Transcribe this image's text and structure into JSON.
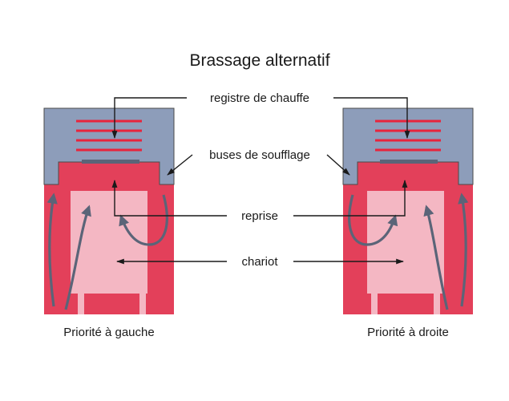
{
  "title": "Brassage alternatif",
  "labels": {
    "heating_register": "registre de chauffe",
    "blow_nozzles": "buses de soufflage",
    "return": "reprise",
    "carriage": "chariot"
  },
  "captions": {
    "left": "Priorité à gauche",
    "right": "Priorité à droite"
  },
  "colors": {
    "casing_top": "#8d9dba",
    "casing_top_border": "#4a4a4a",
    "oven_red": "#e3405a",
    "carriage_pink": "#f4b7c3",
    "heater_lines": "#e8243c",
    "arrow_gray": "#5b6478",
    "leader_black": "#1a1a1a"
  }
}
